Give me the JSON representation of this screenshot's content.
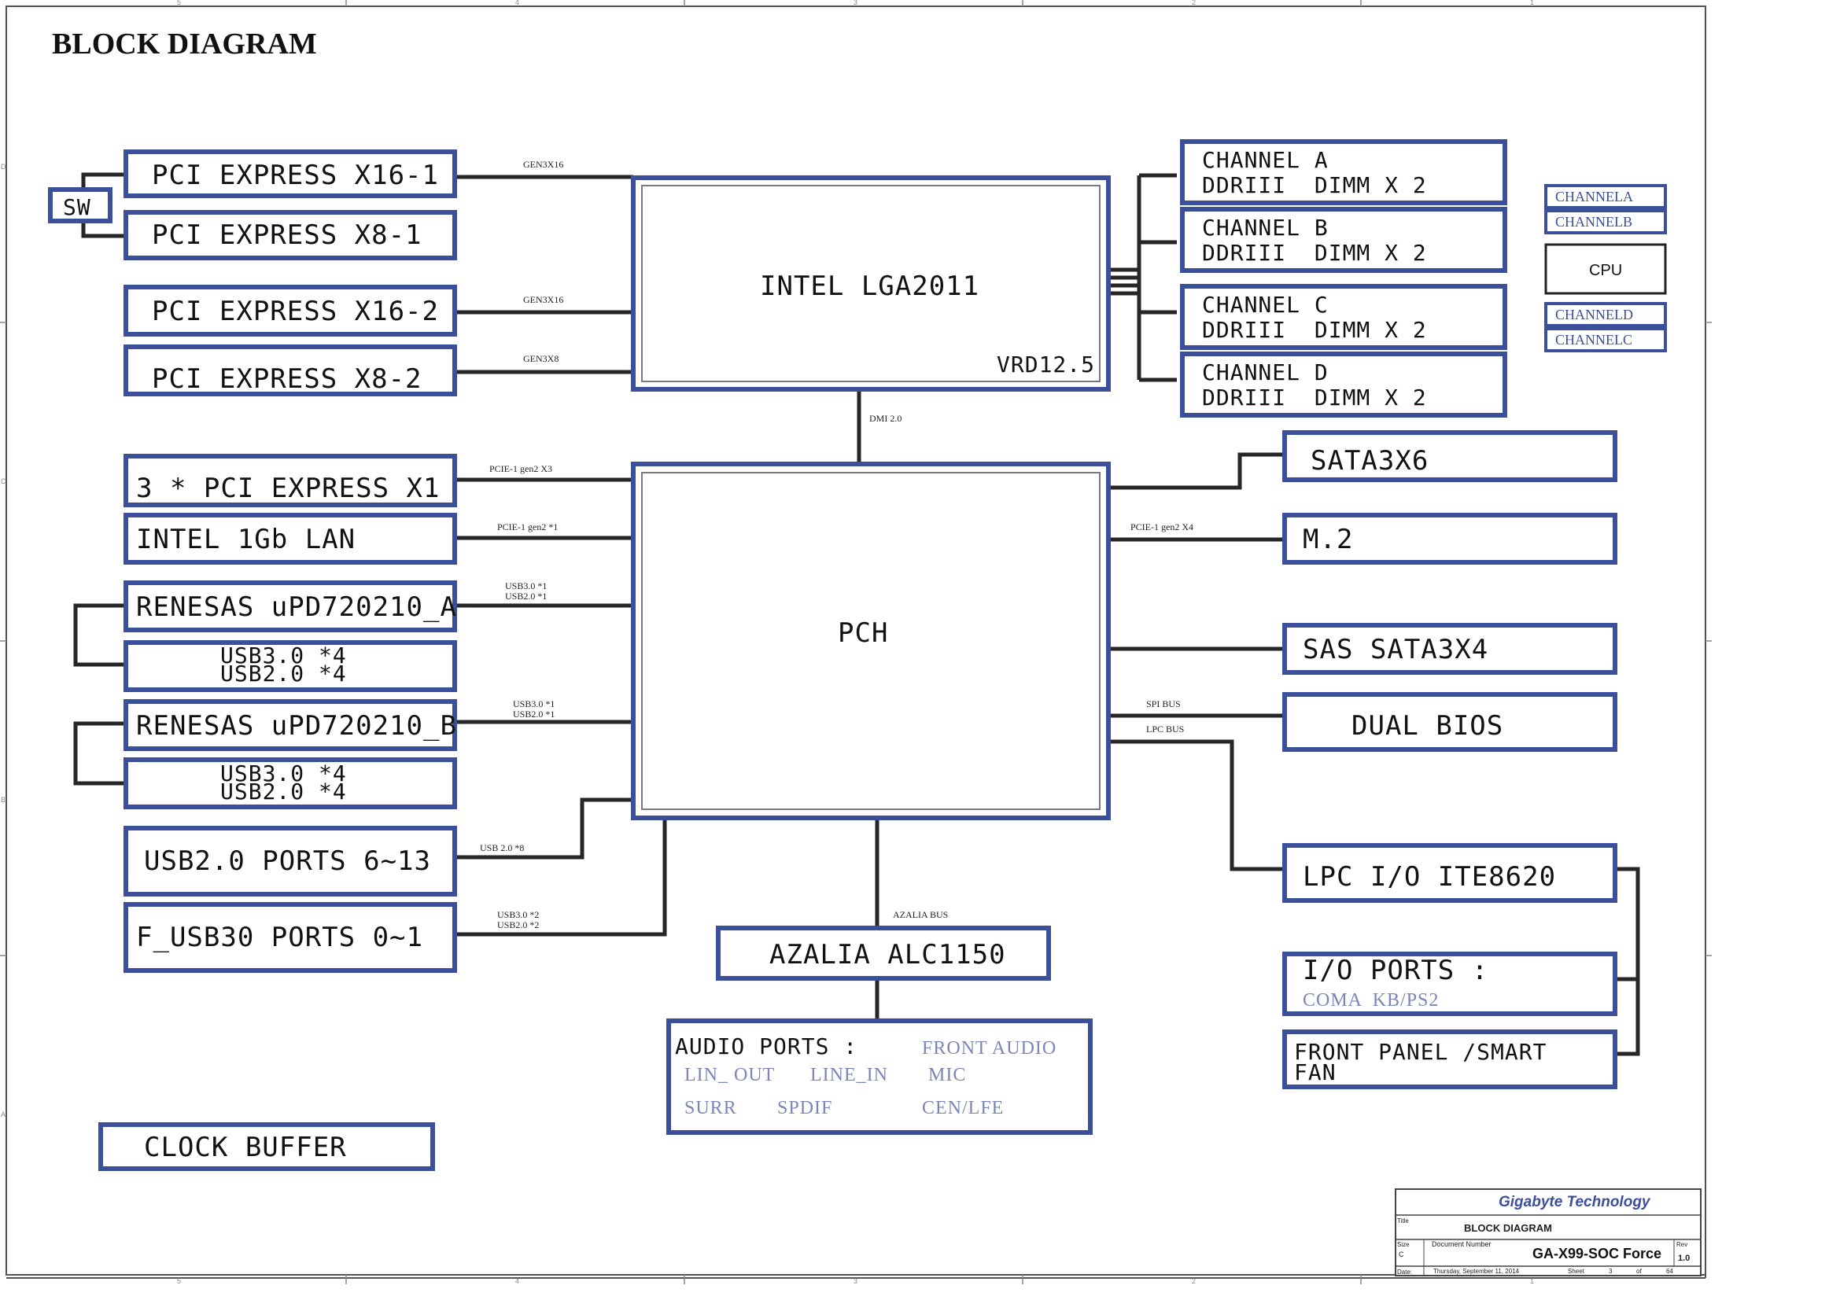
{
  "title": "BLOCK DIAGRAM",
  "left_boxes": {
    "sw": "SW",
    "pcie_x16_1": "PCI EXPRESS X16-1",
    "pcie_x8_1": "PCI EXPRESS X8-1",
    "pcie_x16_2": "PCI EXPRESS X16-2",
    "pcie_x8_2": "PCI EXPRESS X8-2",
    "pcie_x1": "3 * PCI EXPRESS X1",
    "lan": "INTEL 1Gb LAN",
    "renesas_a": "RENESAS uPD720210_A",
    "renesas_a_usb3": "USB3.0 *4",
    "renesas_a_usb2": "USB2.0 *4",
    "renesas_b": "RENESAS uPD720210_B",
    "renesas_b_usb3": "USB3.0 *4",
    "renesas_b_usb2": "USB2.0 *4",
    "usb2_ports": "USB2.0 PORTS 6~13",
    "f_usb30": "F_USB30 PORTS 0~1",
    "clock_buffer": "CLOCK BUFFER"
  },
  "cpu": {
    "label": "INTEL LGA2011",
    "vrd": "VRD12.5"
  },
  "pch": {
    "label": "PCH"
  },
  "memory": [
    {
      "line1": "CHANNEL A",
      "line2": "DDRIII  DIMM X 2"
    },
    {
      "line1": "CHANNEL B",
      "line2": "DDRIII  DIMM X 2"
    },
    {
      "line1": "CHANNEL C",
      "line2": "DDRIII  DIMM X 2"
    },
    {
      "line1": "CHANNEL D",
      "line2": "DDRIII  DIMM X 2"
    }
  ],
  "right_boxes": {
    "sata3x6": "SATA3X6",
    "m2": "M.2",
    "sas": "SAS SATA3X4",
    "dual_bios": "DUAL BIOS",
    "lpc_io": "LPC I/O ITE8620",
    "io_ports": "I/O PORTS :",
    "io_ports_sub": "COMA  KB/PS2",
    "front_panel_1": "FRONT PANEL /SMART",
    "front_panel_2": "FAN"
  },
  "audio": {
    "codec": "AZALIA ALC1150",
    "ports_title": "AUDIO PORTS :",
    "front_audio": "FRONT AUDIO",
    "lin_out": "LIN_ OUT",
    "line_in": "LINE_IN",
    "mic": "MIC",
    "surr": "SURR",
    "spdif": "SPDIF",
    "cen_lfe": "CEN/LFE"
  },
  "bus_labels": {
    "gen3x16_a": "GEN3X16",
    "gen3x16_b": "GEN3X16",
    "gen3x8": "GEN3X8",
    "dmi": "DMI 2.0",
    "pcie_gen2_x3": "PCIE-1 gen2 X3",
    "pcie_gen2_1": "PCIE-1 gen2 *1",
    "usb_a_3": "USB3.0 *1",
    "usb_a_2": "USB2.0 *1",
    "usb_b_3": "USB3.0 *1",
    "usb_b_2": "USB2.0 *1",
    "usb20_8": "USB 2.0 *8",
    "usb30_2": "USB3.0 *2",
    "usb20_2": "USB2.0 *2",
    "azalia_bus": "AZALIA BUS",
    "pcie_gen2_x4": "PCIE-1 gen2 X4",
    "spi_bus": "SPI BUS",
    "lpc_bus": "LPC BUS"
  },
  "legend": {
    "channel_a": "CHANNELA",
    "channel_b": "CHANNELB",
    "cpu": "CPU",
    "channel_d": "CHANNELD",
    "channel_c": "CHANNELC"
  },
  "title_block": {
    "company": "Gigabyte Technology",
    "title_caption": "Title",
    "title": "BLOCK DIAGRAM",
    "size_caption": "Size",
    "size": "C",
    "docnum_caption": "Document Number",
    "docnum": "GA-X99-SOC Force",
    "rev_caption": "Rev",
    "rev": "1.0",
    "date_caption": "Date:",
    "date": "Thursday, September 11, 2014",
    "sheet_caption": "Sheet",
    "sheet": "3",
    "of_caption": "of",
    "total": "64"
  },
  "frame_marks": {
    "top": [
      "5",
      "4",
      "3",
      "2",
      "1"
    ],
    "bottom": [
      "5",
      "4",
      "3",
      "2",
      "1"
    ],
    "left": [
      "D",
      "C",
      "B",
      "A"
    ]
  },
  "colors": {
    "box_border": "#3b4f9b",
    "wire": "#262626",
    "sub_text": "#7b85b8"
  }
}
